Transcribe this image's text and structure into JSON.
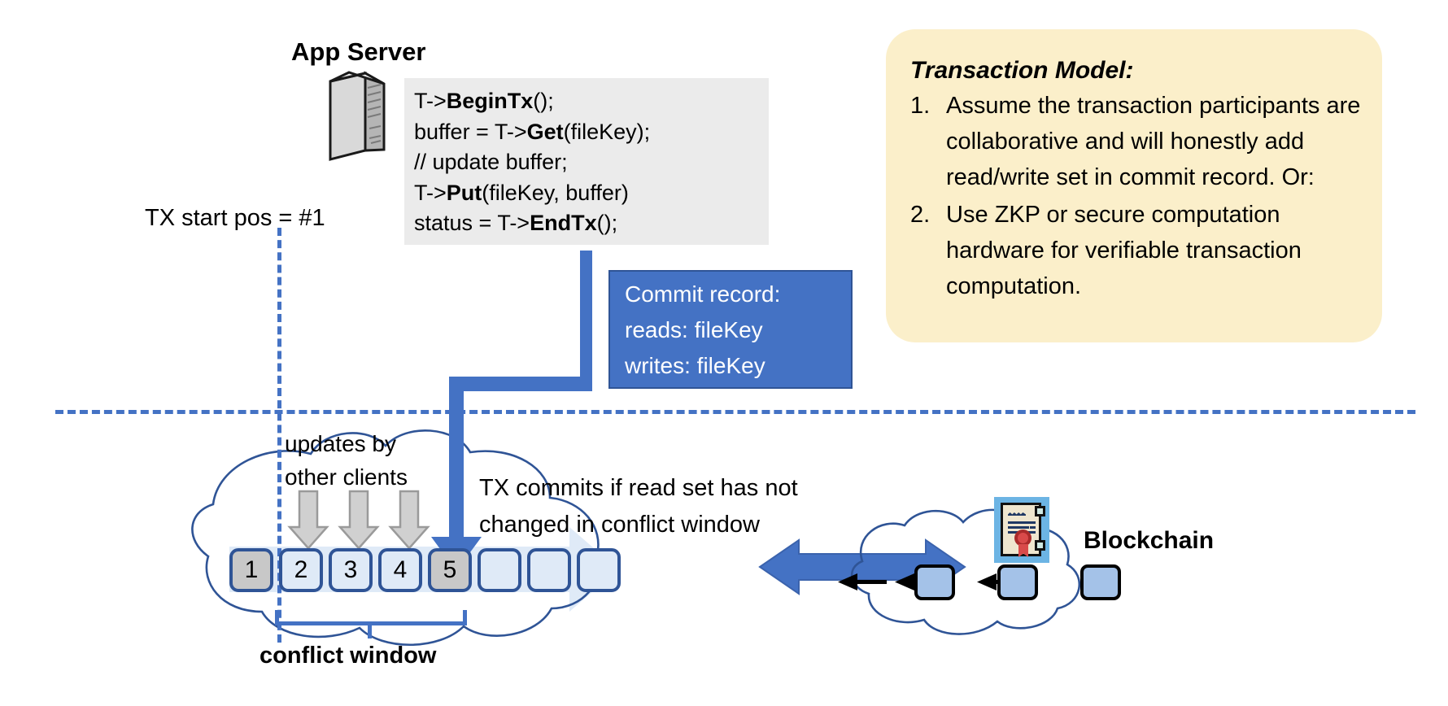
{
  "app_server": {
    "title": "App Server",
    "icon": "server-tower-icon",
    "code_lines": [
      {
        "pre": "T->",
        "bold": "BeginTx",
        "post": "();"
      },
      {
        "pre": "buffer = T->",
        "bold": "Get",
        "post": "(fileKey);"
      },
      {
        "pre": "// update buffer;",
        "bold": "",
        "post": ""
      },
      {
        "pre": "T->",
        "bold": "Put",
        "post": "(fileKey, buffer)"
      },
      {
        "pre": "status = T->",
        "bold": "EndTx",
        "post": "();"
      }
    ]
  },
  "commit_record": {
    "lines": [
      "Commit record:",
      "reads: fileKey",
      "writes: fileKey"
    ],
    "fill_color": "#4472C4",
    "border_color": "#2F5496",
    "text_color": "#FFFFFF"
  },
  "transaction_model": {
    "heading": "Transaction Model:",
    "background_color": "#FBEFCA",
    "items": [
      {
        "num": "1.",
        "text": "Assume the transaction participants are collaborative and will honestly add read/write set in commit record.  Or:"
      },
      {
        "num": "2.",
        "text": "Use ZKP or secure computation hardware for verifiable transaction computation."
      }
    ]
  },
  "annotations": {
    "tx_start": "TX start pos = #1",
    "updates_by_other_clients": "updates by\nother clients",
    "commits_note": "TX commits if read set has not\nchanged in conflict window",
    "conflict_window": "conflict window",
    "blockchain": "Blockchain"
  },
  "ledger": {
    "blocks": [
      {
        "label": "1",
        "state": "filled"
      },
      {
        "label": "2",
        "state": "empty"
      },
      {
        "label": "3",
        "state": "empty"
      },
      {
        "label": "4",
        "state": "empty"
      },
      {
        "label": "5",
        "state": "filled"
      },
      {
        "label": "",
        "state": "empty"
      },
      {
        "label": "",
        "state": "empty"
      },
      {
        "label": "",
        "state": "empty"
      }
    ],
    "filled_color": "#C8C8C8",
    "empty_color": "#DFEAF7",
    "border_color": "#2F5496",
    "update_arrow_targets": [
      "2",
      "3",
      "4"
    ],
    "commit_arrow_target": "5"
  },
  "blockchain": {
    "icon": "certificate-seal-icon",
    "block_count": 3,
    "block_color": "#A4C2E8",
    "sync_arrow": "double-headed-arrow"
  },
  "colors": {
    "accent_blue": "#4472C4",
    "dark_blue": "#2F5496",
    "cloud_outline": "#2F5496",
    "gray_arrow": "#C9C9C9",
    "code_bg": "#EBEBEB"
  }
}
